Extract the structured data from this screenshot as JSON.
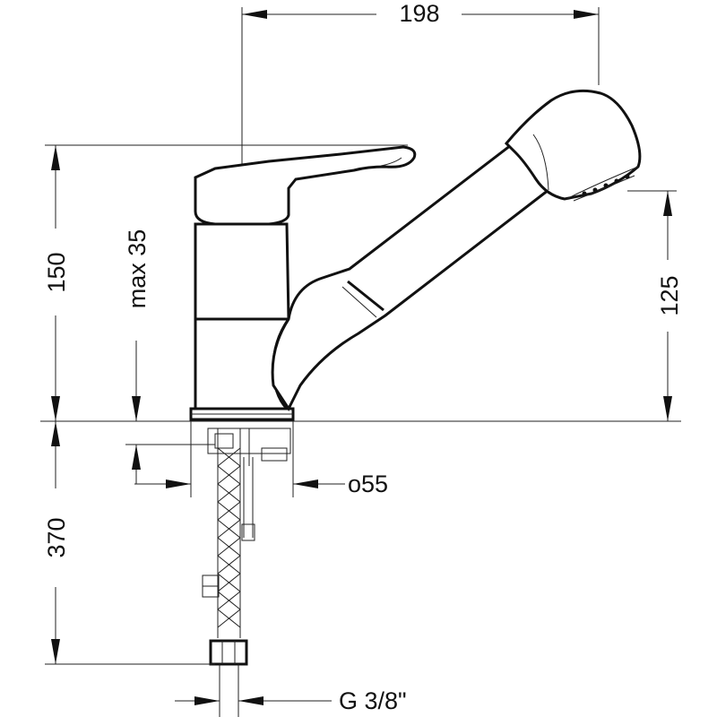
{
  "dimensions": {
    "width_198": "198",
    "height_150": "150",
    "max_35": "max 35",
    "spout_125": "125",
    "diameter_55": "o55",
    "depth_370": "370",
    "thread": "G 3/8\""
  },
  "colors": {
    "line": "#111111",
    "background": "#ffffff"
  }
}
